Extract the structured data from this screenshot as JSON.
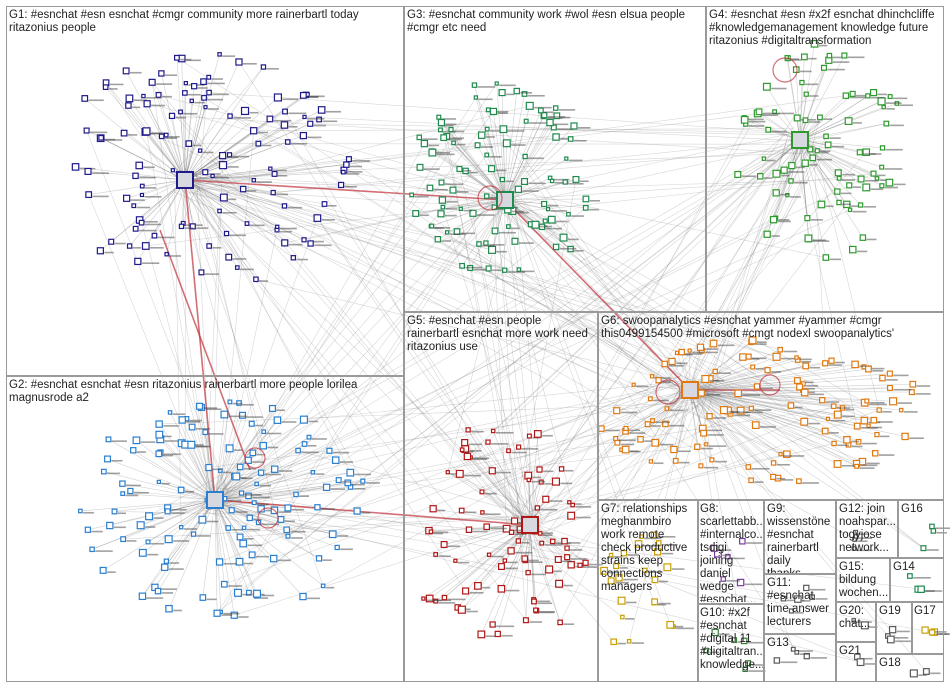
{
  "groups": [
    {
      "id": "G1",
      "label": "G1: #esnchat #esn esnchat #cmgr community more rainerbartl today\nritazonius people",
      "color": "#1f1a8a"
    },
    {
      "id": "G2",
      "label": "G2: #esnchat esnchat #esn ritazonius rainerbartl more people lorilea\nmagnusrode a2",
      "color": "#2a7fd0"
    },
    {
      "id": "G3",
      "label": "G3: #esnchat community work #wol #esn elsua people\n#cmgr etc need",
      "color": "#1f8a4d"
    },
    {
      "id": "G4",
      "label": "G4: #esnchat #esn #x2f esnchat dhinchcliffe\n#knowledgemanagement knowledge future\nritazonius #digitaltransformation",
      "color": "#2e9a2e"
    },
    {
      "id": "G5",
      "label": "G5: #esnchat #esn people\nrainerbartl esnchat more work need\nritazonius use",
      "color": "#b01818"
    },
    {
      "id": "G6",
      "label": "G6: swoopanalytics #esnchat yammer #yammer #cmgr\nthis0499154500 #microsoft #cmgt nodexl swoopanalytics'",
      "color": "#e07a10"
    },
    {
      "id": "G7",
      "label": "G7: relationships\nmeghanmbiro\nwork remote\ncheck productive\nstrains keep\nconnections\nmanagers",
      "color": "#c8a000"
    },
    {
      "id": "G8",
      "label": "G8:\nscarlettabb...\n#internalco...\ntsdigi joining\ndaniel\nwedge\n#esnchat...",
      "color": "#7a3aa0"
    },
    {
      "id": "G9",
      "label": "G9:\nwissenstöne\n#esnchat\nrainerbartl\ndaily thanks...",
      "color": "#5a5a5a"
    },
    {
      "id": "G10",
      "label": "G10: #x2f\n#esnchat\n#digital 11\n#digitaltran...\nknowledge...",
      "color": "#3a7a3a"
    },
    {
      "id": "G11",
      "label": "G11:\n#esnchat\ntime answer\nlecturers",
      "color": "#5a5a5a"
    },
    {
      "id": "G12",
      "label": "G12: join\nnoahspar...\ntogyjose\nnetwork...",
      "color": "#5a5a5a"
    },
    {
      "id": "G13",
      "label": "G13",
      "color": "#5a5a5a"
    },
    {
      "id": "G14",
      "label": "G14",
      "color": "#1f8a4d"
    },
    {
      "id": "G15",
      "label": "G15:\nbildung\nwochen...",
      "color": "#5a5a5a"
    },
    {
      "id": "G16",
      "label": "G16",
      "color": "#1f8a4d"
    },
    {
      "id": "G17",
      "label": "G17",
      "color": "#c8a000"
    },
    {
      "id": "G18",
      "label": "G18",
      "color": "#5a5a5a"
    },
    {
      "id": "G19",
      "label": "G19",
      "color": "#5a5a5a"
    },
    {
      "id": "G20",
      "label": "G20:\nchat...",
      "color": "#5a5a5a"
    },
    {
      "id": "G21",
      "label": "G21",
      "color": "#5a5a5a"
    }
  ],
  "edge_color": "#7a7a7a",
  "highlight_edge_color": "#c0303a"
}
